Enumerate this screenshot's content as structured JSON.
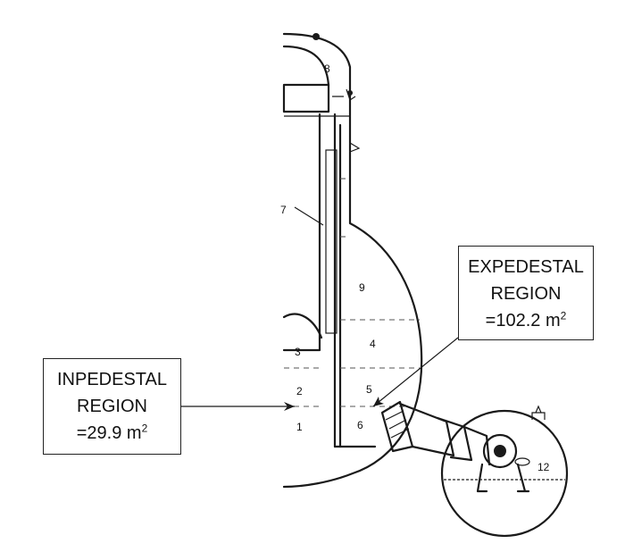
{
  "regions": {
    "inpedestal": {
      "line1": "INPEDESTAL",
      "line2": "REGION",
      "area_prefix": "=29.9 m",
      "area_exp": "2"
    },
    "expedestal": {
      "line1": "EXPEDESTAL",
      "line2": "REGION",
      "area_prefix": "=102.2 m",
      "area_exp": "2"
    }
  },
  "labels": {
    "n1": "1",
    "n2": "2",
    "n3": "3",
    "n4": "4",
    "n5": "5",
    "n6": "6",
    "n7": "7",
    "n8": "8",
    "n9": "9",
    "n12": "12"
  },
  "colors": {
    "ink": "#1a1a1a",
    "text": "#111111"
  }
}
